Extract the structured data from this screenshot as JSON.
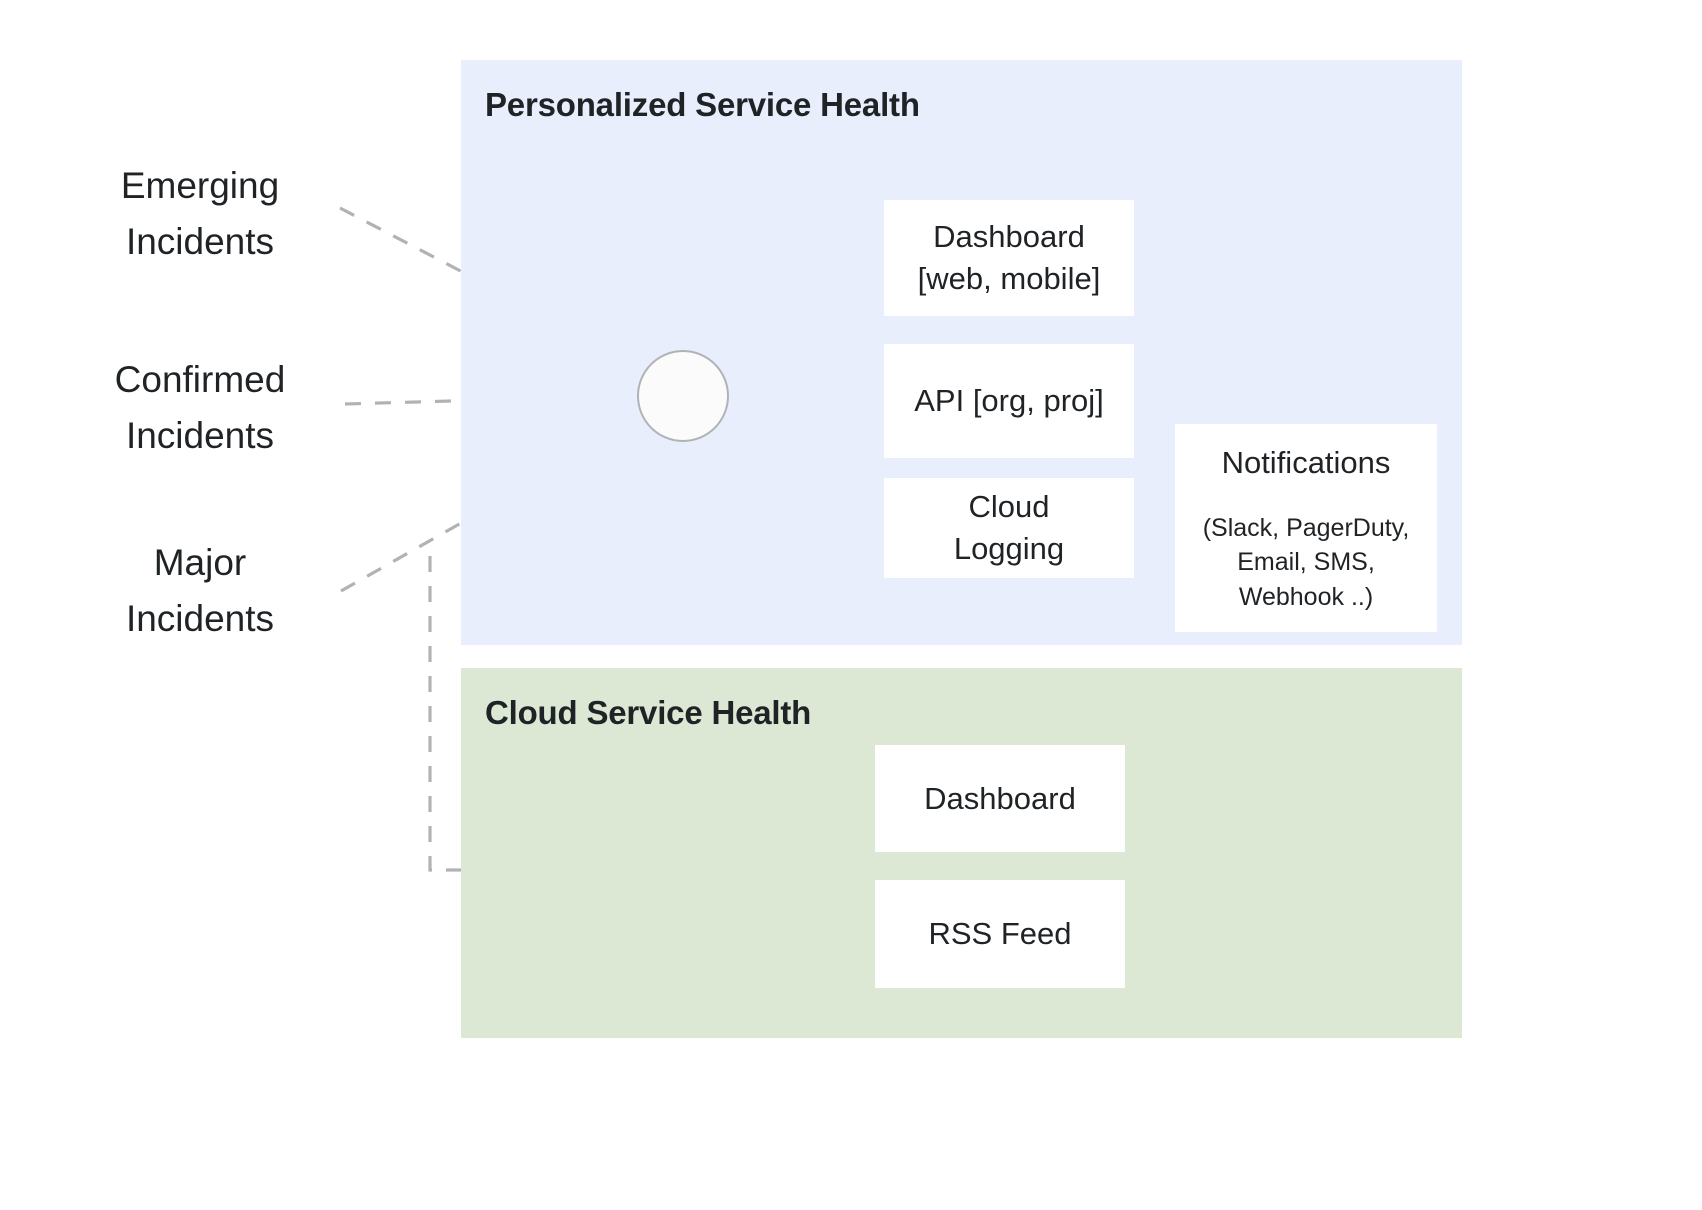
{
  "diagram": {
    "title_hidden": "",
    "panels": [
      {
        "id": "personalized",
        "title": "Personalized Service Health",
        "color": "#e8eefc"
      },
      {
        "id": "cloud",
        "title": "Cloud Service Health",
        "color": "#dce8d4"
      }
    ],
    "sources": [
      {
        "id": "emerging",
        "label": "Emerging\nIncidents"
      },
      {
        "id": "confirmed",
        "label": "Confirmed\nIncidents"
      },
      {
        "id": "major",
        "label": "Major\nIncidents"
      }
    ],
    "hub": {
      "label": ""
    },
    "personalized_outputs": [
      {
        "id": "dashboard-web",
        "label": "Dashboard\n[web, mobile]"
      },
      {
        "id": "api",
        "label": "API [org, proj]"
      },
      {
        "id": "cloud-logging",
        "label": "Cloud\nLogging"
      }
    ],
    "notifications": {
      "title": "Notifications",
      "channels": "(Slack, PagerDuty,\nEmail, SMS,\nWebhook ..)"
    },
    "cloud_outputs": [
      {
        "id": "dashboard-cloud",
        "label": "Dashboard"
      },
      {
        "id": "rss-feed",
        "label": "RSS Feed"
      }
    ],
    "colors": {
      "panel_blue": "#e8eefc",
      "panel_green": "#dce8d4",
      "box_white": "#ffffff",
      "text_dark": "#1f2326",
      "arrow_dark": "#4c5256",
      "arrow_light": "#b4b7ba",
      "dashed_gray": "#b0b3b6"
    }
  }
}
